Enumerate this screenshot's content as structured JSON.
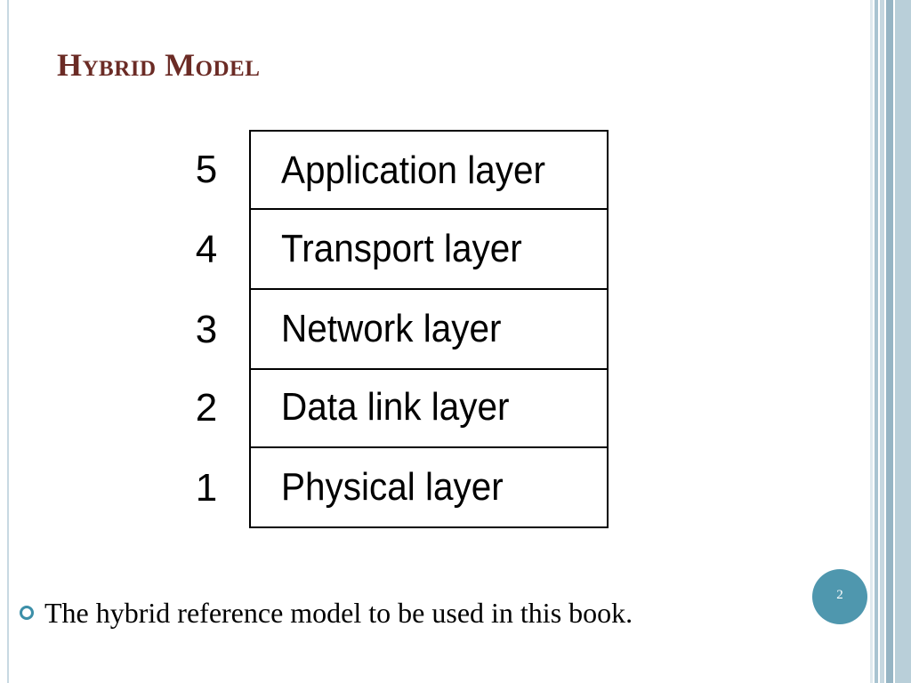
{
  "slide": {
    "title": "Hybrid Model",
    "page_number": "2"
  },
  "diagram": {
    "layers": [
      {
        "number": "5",
        "name": "Application layer"
      },
      {
        "number": "4",
        "name": "Transport layer"
      },
      {
        "number": "3",
        "name": "Network layer"
      },
      {
        "number": "2",
        "name": "Data link layer"
      },
      {
        "number": "1",
        "name": "Physical layer"
      }
    ]
  },
  "bullets": [
    {
      "icon": "circle-bullet-icon",
      "text": "The hybrid reference model to be used in this book."
    }
  ],
  "colors": {
    "title": "#6b2b25",
    "accent": "#4f97ae",
    "bullet": "#3c8fa8",
    "stripe_dark": "#96b5c4",
    "stripe_light": "#b9cfd9"
  }
}
